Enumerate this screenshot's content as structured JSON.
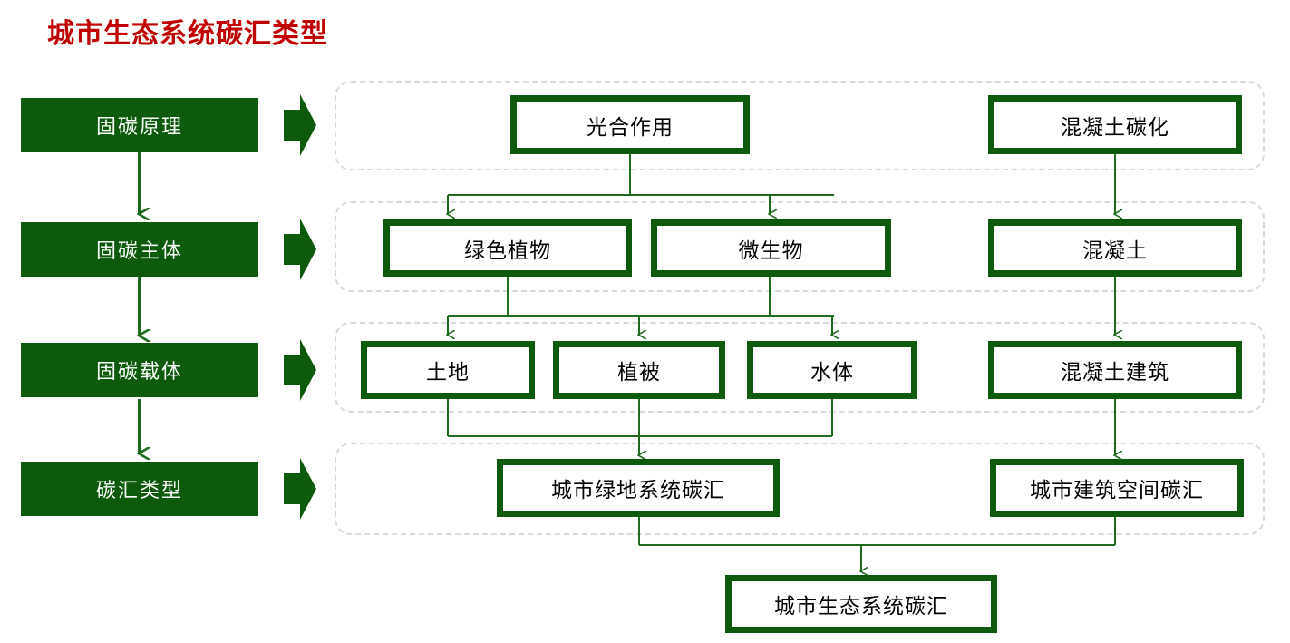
{
  "title": "城市生态系统碳汇类型",
  "colors": {
    "title": "#c00000",
    "green": "#0d5a0d",
    "wire": "#1d6b1d",
    "dashed": "#d9d9d9",
    "node_fill": "#ffffff"
  },
  "stages": [
    {
      "label": "固碳原理",
      "arrow_icon": "right-arrow-icon"
    },
    {
      "label": "固碳主体",
      "arrow_icon": "right-arrow-icon"
    },
    {
      "label": "固碳载体",
      "arrow_icon": "right-arrow-icon"
    },
    {
      "label": "碳汇类型",
      "arrow_icon": "right-arrow-icon"
    }
  ],
  "rows": [
    {
      "name": "principle",
      "nodes": [
        {
          "label": "光合作用"
        },
        {
          "label": "混凝土碳化"
        }
      ]
    },
    {
      "name": "agent",
      "nodes": [
        {
          "label": "绿色植物"
        },
        {
          "label": "微生物"
        },
        {
          "label": "混凝土"
        }
      ]
    },
    {
      "name": "carrier",
      "nodes": [
        {
          "label": "土地"
        },
        {
          "label": "植被"
        },
        {
          "label": "水体"
        },
        {
          "label": "混凝土建筑"
        }
      ]
    },
    {
      "name": "sink-type",
      "nodes": [
        {
          "label": "城市绿地系统碳汇"
        },
        {
          "label": "城市建筑空间碳汇"
        }
      ]
    }
  ],
  "result": {
    "label": "城市生态系统碳汇"
  },
  "chart_data": {
    "type": "diagram",
    "title": "城市生态系统碳汇类型",
    "layers": [
      "固碳原理",
      "固碳主体",
      "固碳载体",
      "碳汇类型"
    ],
    "nodes": [
      "光合作用",
      "混凝土碳化",
      "绿色植物",
      "微生物",
      "混凝土",
      "土地",
      "植被",
      "水体",
      "混凝土建筑",
      "城市绿地系统碳汇",
      "城市建筑空间碳汇",
      "城市生态系统碳汇"
    ],
    "edges": [
      [
        "光合作用",
        "绿色植物"
      ],
      [
        "光合作用",
        "微生物"
      ],
      [
        "混凝土碳化",
        "混凝土"
      ],
      [
        "绿色植物",
        "土地"
      ],
      [
        "绿色植物",
        "植被"
      ],
      [
        "绿色植物",
        "水体"
      ],
      [
        "微生物",
        "土地"
      ],
      [
        "微生物",
        "植被"
      ],
      [
        "微生物",
        "水体"
      ],
      [
        "混凝土",
        "混凝土建筑"
      ],
      [
        "土地",
        "城市绿地系统碳汇"
      ],
      [
        "植被",
        "城市绿地系统碳汇"
      ],
      [
        "水体",
        "城市绿地系统碳汇"
      ],
      [
        "混凝土建筑",
        "城市建筑空间碳汇"
      ],
      [
        "城市绿地系统碳汇",
        "城市生态系统碳汇"
      ],
      [
        "城市建筑空间碳汇",
        "城市生态系统碳汇"
      ]
    ]
  }
}
